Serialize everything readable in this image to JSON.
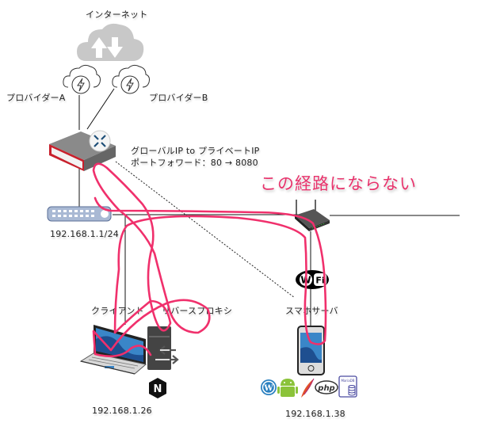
{
  "diagram": {
    "internet": {
      "label": "インターネット",
      "icon": "cloud-updown-icon"
    },
    "providers": [
      {
        "label": "プロバイダーA",
        "icon": "cloud-lightning-icon"
      },
      {
        "label": "プロバイダーB",
        "icon": "cloud-lightning-icon"
      }
    ],
    "router": {
      "icon": "router-icon"
    },
    "nat_note": {
      "line1": "グローバルIP to プライベートIP",
      "line2": "ポートフォワード：80 → 8080"
    },
    "switch": {
      "label": "192.168.1.1/24",
      "icon": "switch-icon"
    },
    "wifi_ap": {
      "icon": "wifi-router-icon"
    },
    "wifi_badge": {
      "text": "WiFi",
      "icon": "wifi-logo-icon"
    },
    "client": {
      "label": "クライアント",
      "icon": "laptop-icon"
    },
    "reverse_proxy": {
      "label": "リバースプロキシ",
      "icon": "proxy-server-icon",
      "badge": "N"
    },
    "client_ip": "192.168.1.26",
    "smartphone_server": {
      "label": "スマホサーバ",
      "icon": "smartphone-icon"
    },
    "server_ip": "192.168.1.38",
    "server_stack": [
      {
        "name": "wordpress-icon",
        "text": "W"
      },
      {
        "name": "android-icon",
        "text": ""
      },
      {
        "name": "apache-feather-icon",
        "text": ""
      },
      {
        "name": "php-icon",
        "text": "php"
      },
      {
        "name": "mariadb-icon",
        "text": "MariaDB"
      }
    ],
    "annotation": "この経路にならない",
    "colors": {
      "annotation": "#e8336c",
      "router_red": "#c8202c",
      "wifi_blue": "#2d6fb5",
      "cloud_gray": "#c8c8c8"
    }
  }
}
